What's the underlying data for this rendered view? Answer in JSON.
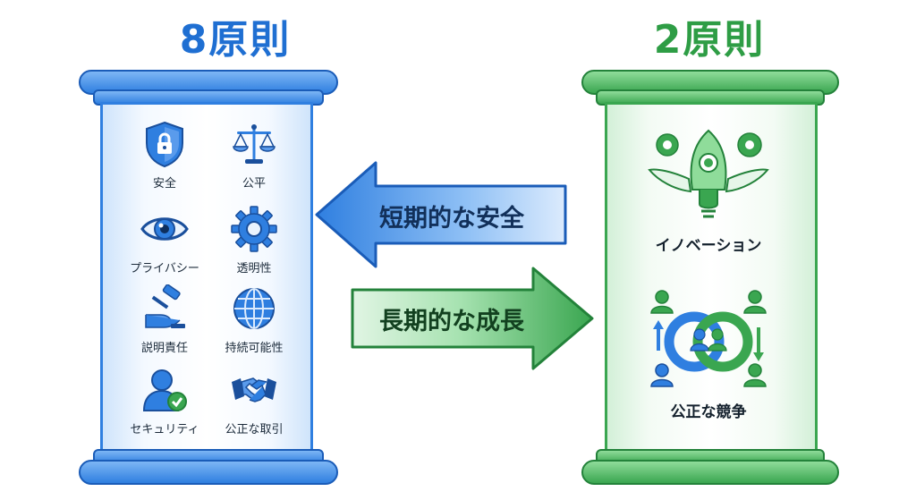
{
  "left": {
    "title": "8原則",
    "items": [
      {
        "label": "安全",
        "icon": "shield-lock-icon"
      },
      {
        "label": "公平",
        "icon": "scales-icon"
      },
      {
        "label": "プライバシー",
        "icon": "eye-icon"
      },
      {
        "label": "透明性",
        "icon": "gear-icon"
      },
      {
        "label": "説明責任",
        "icon": "gavel-hand-icon"
      },
      {
        "label": "持続可能性",
        "icon": "globe-icon"
      },
      {
        "label": "セキュリティ",
        "icon": "user-check-icon"
      },
      {
        "label": "公正な取引",
        "icon": "handshake-icon"
      }
    ]
  },
  "right": {
    "title": "2原則",
    "items": [
      {
        "label": "イノベーション",
        "icon": "rocket-bulb-icon"
      },
      {
        "label": "公正な競争",
        "icon": "people-cycle-icon"
      }
    ]
  },
  "arrows": {
    "left_label": "短期的な安全",
    "right_label": "長期的な成長"
  },
  "colors": {
    "blue": "#1f6fd2",
    "green": "#2e9d45"
  }
}
